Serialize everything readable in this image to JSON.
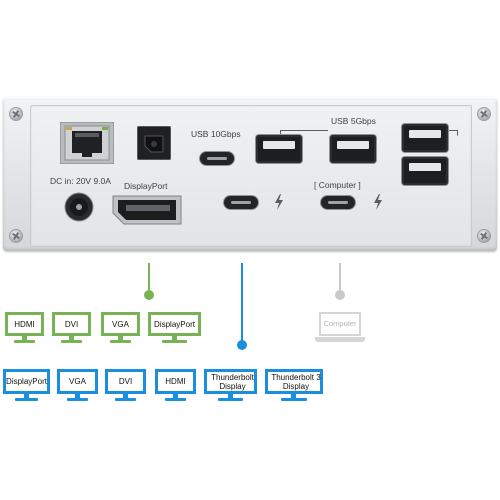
{
  "dock_panel": {
    "labels": {
      "usb10": "USB 10Gbps",
      "usb5": "USB 5Gbps",
      "dc_in": "DC in: 20V 9.0A",
      "displayport": "DisplayPort",
      "computer": "[ Computer ]"
    },
    "ports": [
      "ethernet-port",
      "optical-audio-port",
      "usb-c-10gbps-port",
      "usb-a-port",
      "usb-a-port",
      "usb-a-port",
      "usb-a-port",
      "dc-in-port",
      "displayport-port",
      "thunderbolt-port",
      "thunderbolt-port"
    ]
  },
  "connections": {
    "colors": {
      "green": "#77b255",
      "blue": "#1a8fe0",
      "gray": "#c8c9cb"
    },
    "green_row": [
      "HDMI",
      "DVI",
      "VGA",
      "DisplayPort"
    ],
    "blue_row": [
      "DisplayPort",
      "VGA",
      "DVI",
      "HDMI",
      "Thunderbolt Display",
      "Thunderbolt 3 Display"
    ],
    "computer": "Computer"
  }
}
